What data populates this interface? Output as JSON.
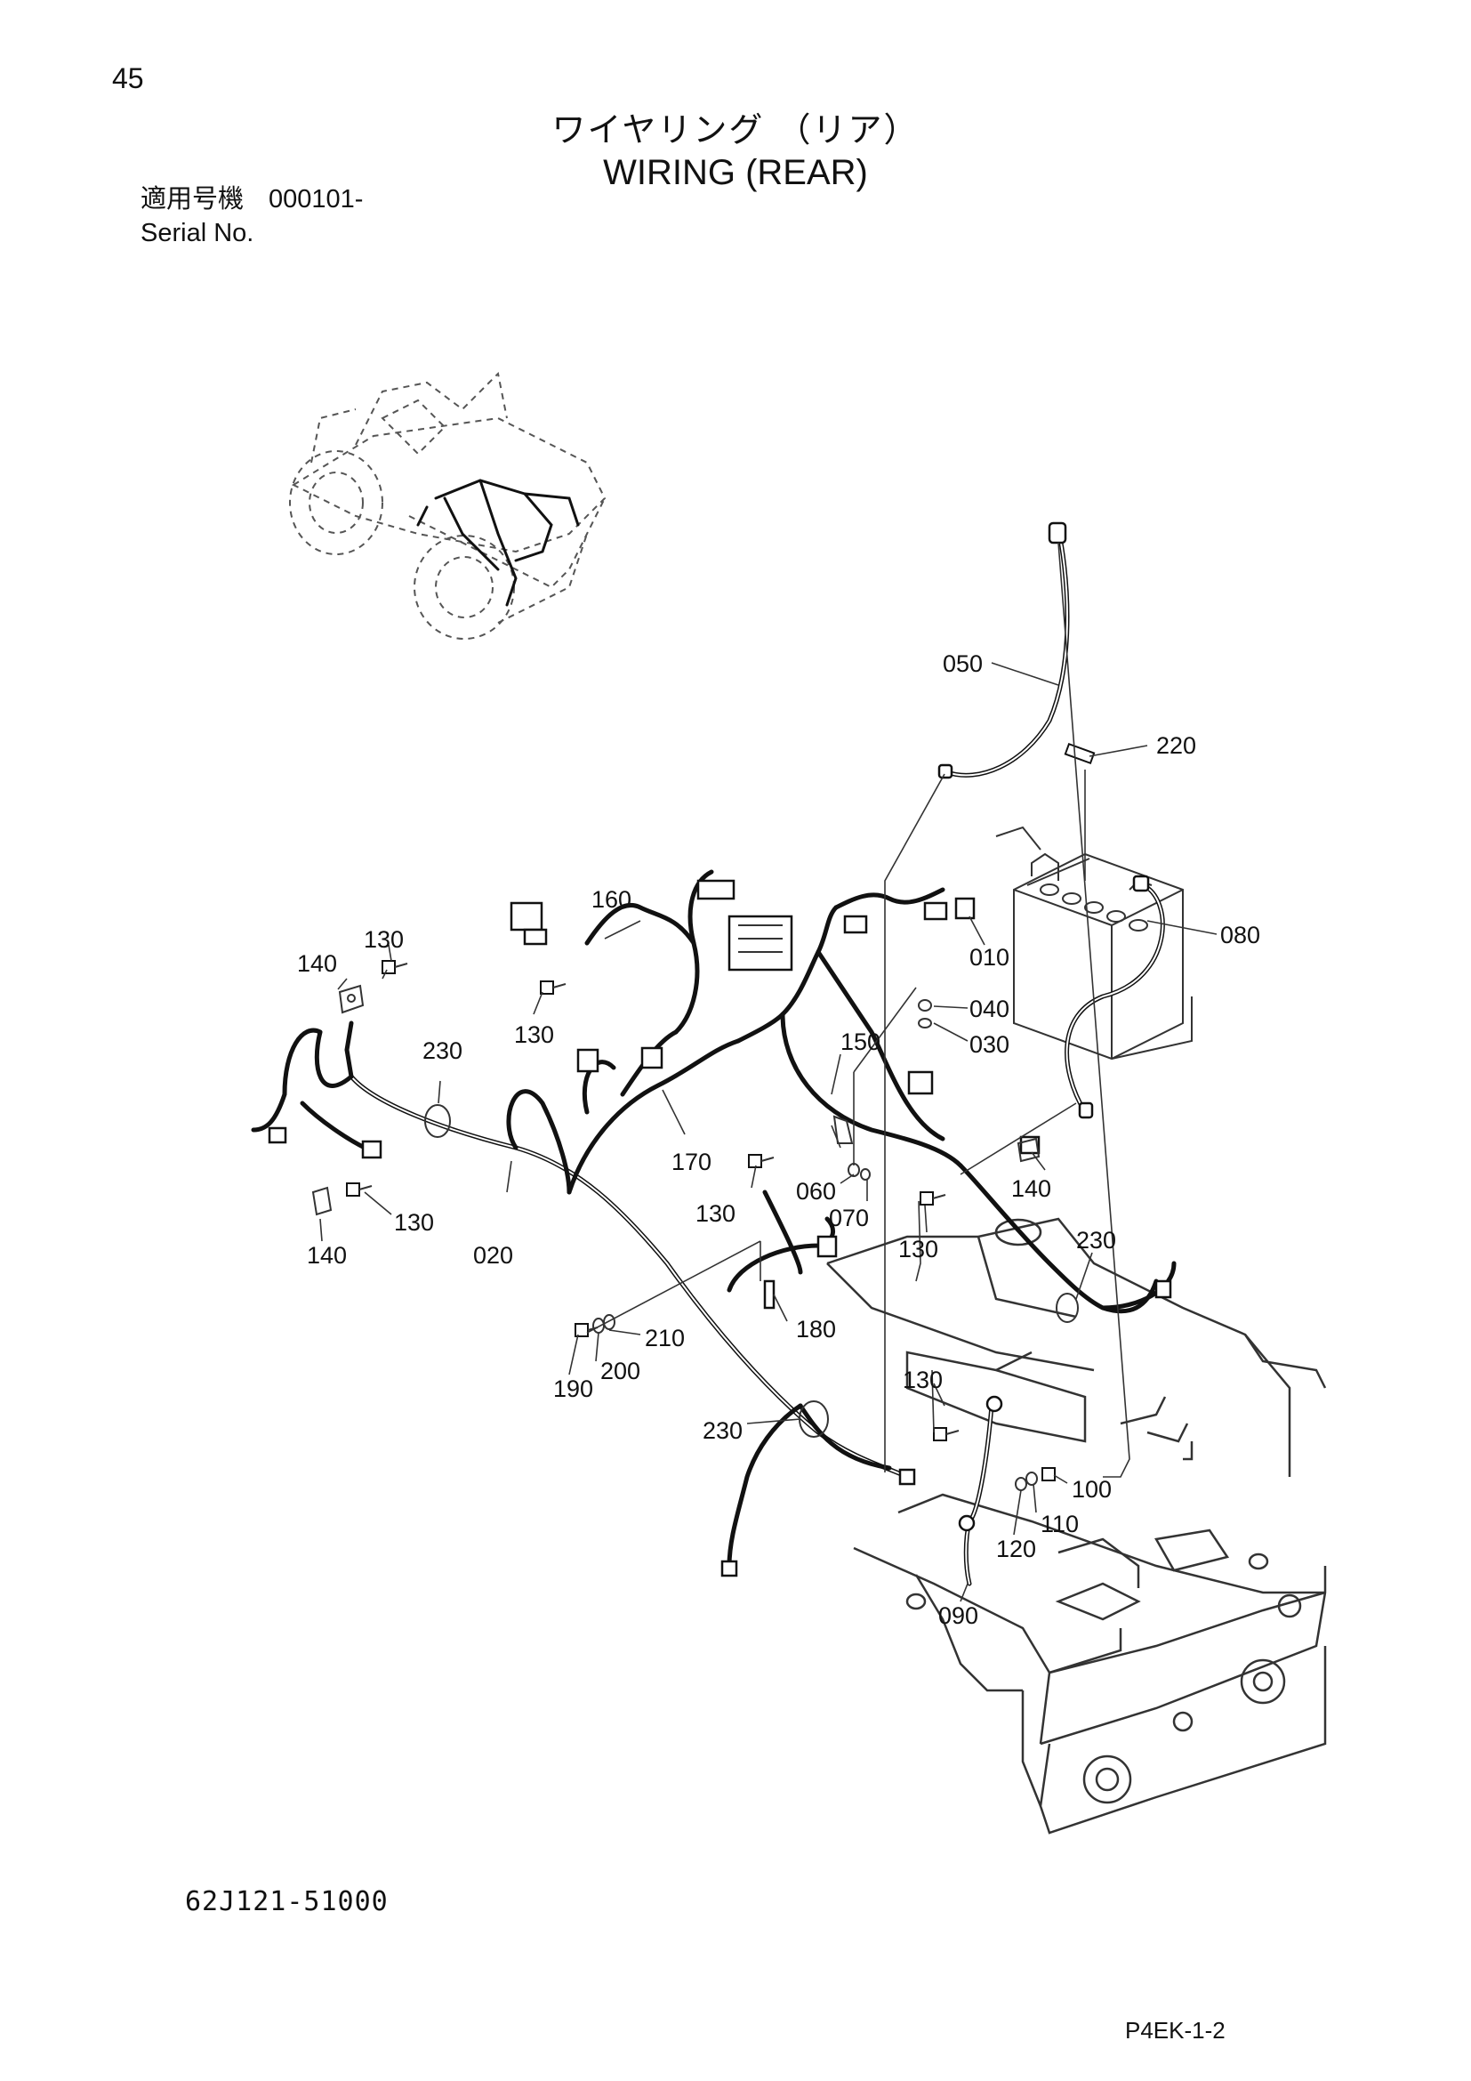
{
  "header": {
    "page_number": "45",
    "title_jp": "ワイヤリング （リア）",
    "title_en": "WIRING (REAR)",
    "serial_label_jp": "適用号機",
    "serial_value": "000101-",
    "serial_label_en": "Serial No."
  },
  "callouts": {
    "c010": "010",
    "c020": "020",
    "c030": "030",
    "c040": "040",
    "c050": "050",
    "c060": "060",
    "c070": "070",
    "c080": "080",
    "c090": "090",
    "c100": "100",
    "c110": "110",
    "c120": "120",
    "c130a": "130",
    "c130b": "130",
    "c130c": "130",
    "c130d": "130",
    "c130e": "130",
    "c130f": "130",
    "c140a": "140",
    "c140b": "140",
    "c140c": "140",
    "c150": "150",
    "c160": "160",
    "c170": "170",
    "c180": "180",
    "c190": "190",
    "c200": "200",
    "c210": "210",
    "c220": "220",
    "c230a": "230",
    "c230b": "230",
    "c230c": "230"
  },
  "footer": {
    "part_code": "62J121-51000",
    "page_ref": "P4EK-1-2"
  }
}
